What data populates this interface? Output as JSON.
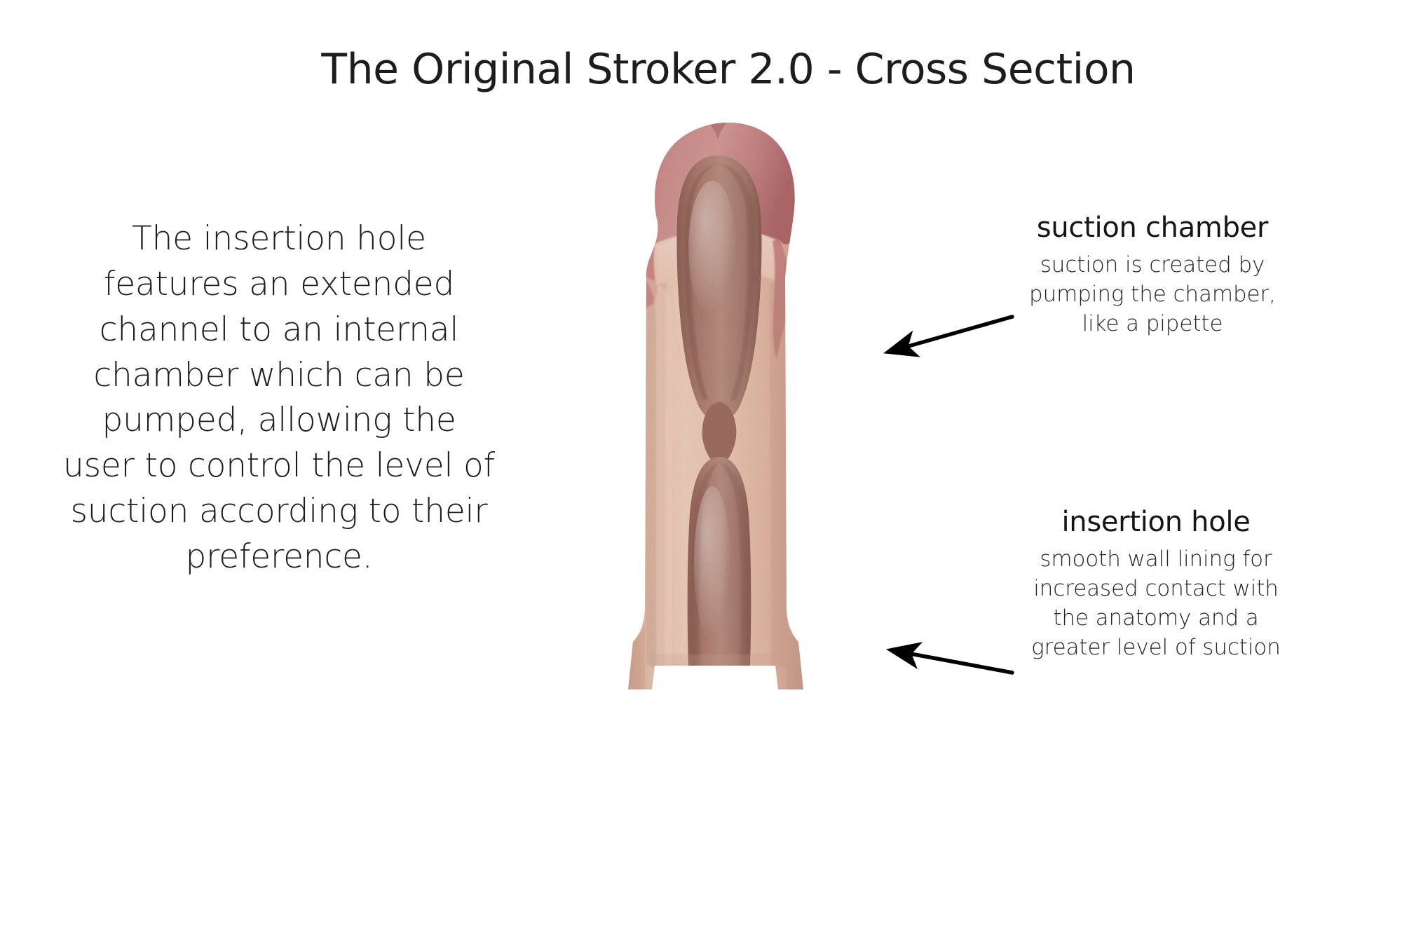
{
  "page": {
    "title": "The Original Stroker 2.0 - Cross Section",
    "background_color": "#ffffff",
    "text_color": "#1d1d1d"
  },
  "description": {
    "body": "The insertion hole\nfeatures an extended\nchannel to an internal\nchamber which can be\npumped, allowing the\nuser to control the level of\nsuction according to their\npreference."
  },
  "callouts": [
    {
      "id": "suction-chamber",
      "title": "suction chamber",
      "description": "suction is created by\npumping the chamber,\nlike a pipette"
    },
    {
      "id": "insertion-hole",
      "title": "insertion hole",
      "description": "smooth wall lining for\nincreased contact with\nthe anatomy and a\ngreater level of suction"
    }
  ],
  "annotations": {
    "arrow_color": "#000000",
    "arrow_suction_chamber_name": "arrow-to-suction-chamber",
    "arrow_insertion_hole_name": "arrow-to-insertion-hole"
  },
  "product_image": {
    "alt": "Cross section photograph of a flesh-toned stroker sleeve showing the internal channel and suction chamber",
    "colors": {
      "glans": "#c4807e",
      "glans_dark": "#b0696a",
      "glans_light": "#d19b97",
      "shaft_outer": "#deb3a2",
      "shaft_light": "#e7c6b5",
      "shaft_shadow": "#c99c8c",
      "channel": "#a6786c",
      "channel_dark": "#97685e",
      "channel_light": "#b98d80",
      "corona_band": "#e9d2c2"
    }
  }
}
